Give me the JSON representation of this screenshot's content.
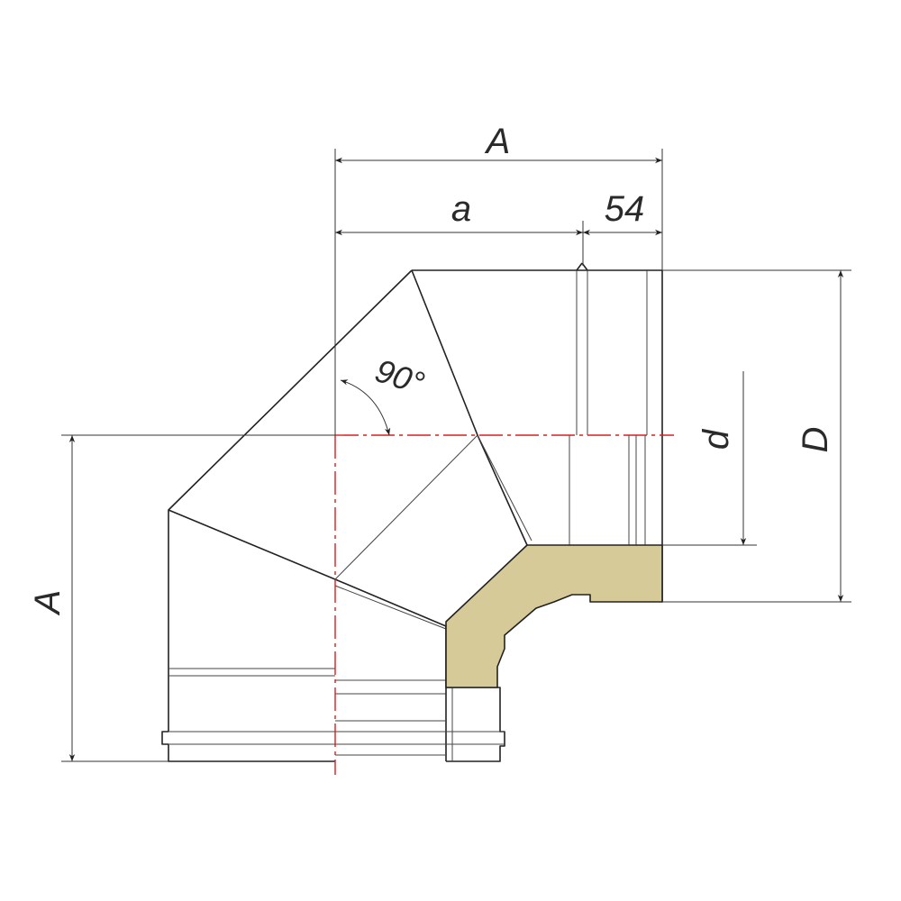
{
  "labels": {
    "top_overall": "A",
    "top_inner": "a",
    "top_socket": "54",
    "angle": "90°",
    "inner_diameter": "d",
    "outer_diameter": "D",
    "left_overall": "A"
  },
  "colors": {
    "insulation": "#d6ca98",
    "centerline": "#d42020",
    "outline": "#222222"
  }
}
